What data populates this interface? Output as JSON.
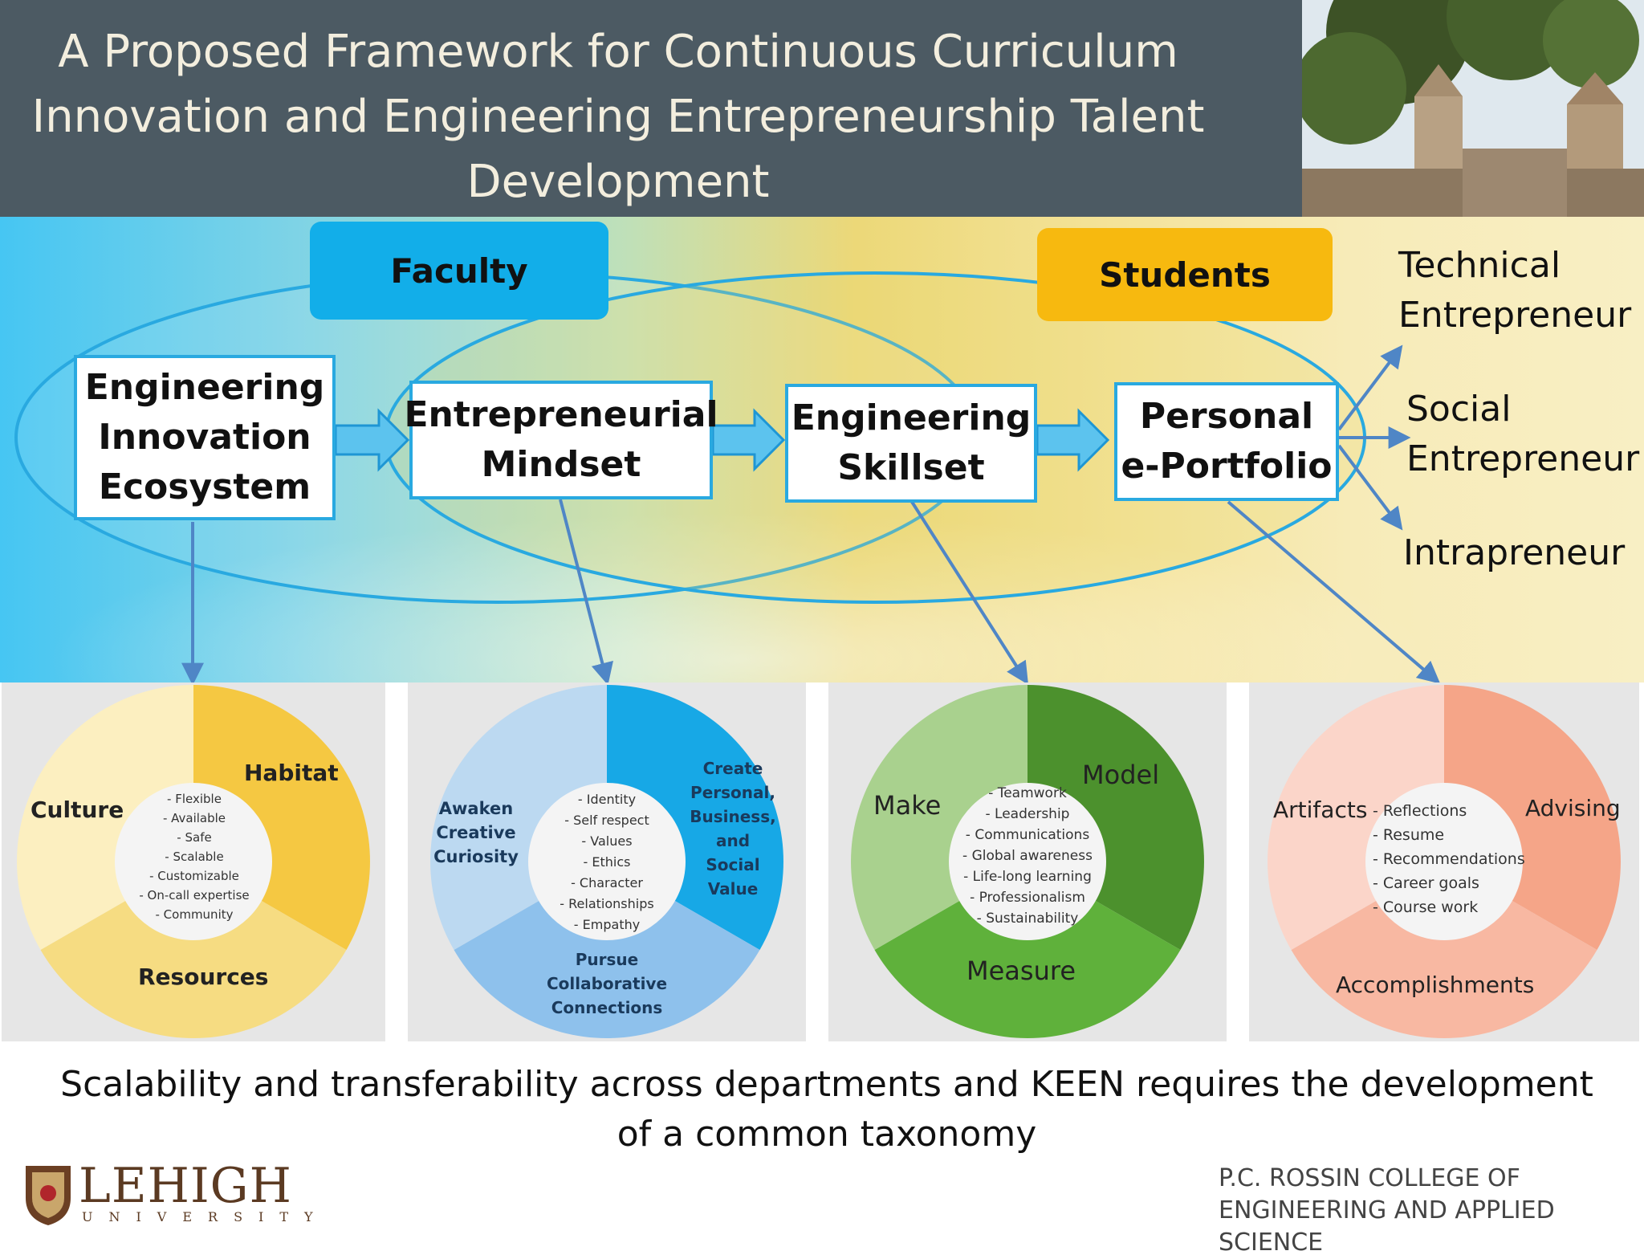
{
  "title": "A Proposed Framework for Continuous Curriculum\nInnovation and Engineering Entrepreneurship Talent\nDevelopment",
  "tags": {
    "faculty": "Faculty",
    "students": "Students"
  },
  "flow": [
    "Engineering\nInnovation\nEcosystem",
    "Entrepreneurial\nMindset",
    "Engineering\nSkillset",
    "Personal\ne-Portfolio"
  ],
  "outcomes": [
    "Technical\nEntrepreneur",
    "Social\nEntrepreneur",
    "Intrapreneur"
  ],
  "panels": {
    "ecosystem": {
      "segments": [
        "Habitat",
        "Culture",
        "Resources"
      ],
      "items": "- Flexible\n- Available\n- Safe\n- Scalable\n- Customizable\n- On-call expertise\n- Community",
      "colors": {
        "light": "#fcefc0",
        "mid": "#f6dc82",
        "dark": "#f5c842"
      }
    },
    "mindset": {
      "segments": [
        "Create\nPersonal,\nBusiness,\nand\nSocial\nValue",
        "Awaken\nCreative\nCuriosity",
        "Pursue\nCollaborative\nConnections"
      ],
      "items": "- Identity\n- Self respect\n- Values\n- Ethics\n- Character\n- Relationships\n- Empathy",
      "colors": {
        "light": "#bcd9f1",
        "mid": "#8ec1ec",
        "dark": "#17a8e6"
      }
    },
    "skillset": {
      "segments": [
        "Model",
        "Make",
        "Measure"
      ],
      "items": "- Teamwork\n- Leadership\n- Communications\n- Global awareness\n- Life-long learning\n- Professionalism\n- Sustainability",
      "colors": {
        "light": "#a9d18e",
        "mid": "#5fb13b",
        "dark": "#4c912d"
      }
    },
    "portfolio": {
      "segments": [
        "Advising",
        "Artifacts",
        "Accomplishments"
      ],
      "items": "- Reflections\n- Resume\n- Recommendations\n- Career goals\n- Course work",
      "colors": {
        "light": "#fbd5c9",
        "mid": "#f8b8a2",
        "dark": "#f5a588"
      }
    }
  },
  "note": "Scalability and transferability across departments and KEEN requires the development of a common taxonomy",
  "logos": {
    "lehigh": "LEHIGH",
    "lehigh_sub": "UNIVERSITY",
    "college": "P.C. ROSSIN COLLEGE OF\nENGINEERING AND APPLIED SCIENCE"
  }
}
